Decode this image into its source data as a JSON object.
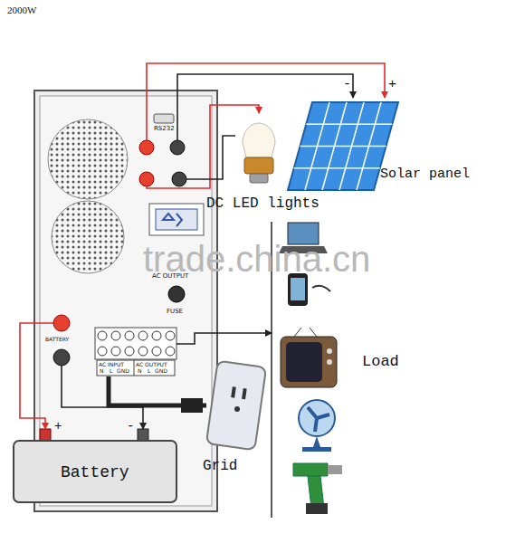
{
  "diagram": {
    "nodes": [
      {
        "text": [
          "RS232",
          "AC OUTPUT",
          "FUSE",
          "BATTERY"
        ]
      },
      {
        "text": [
          "Solar panel"
        ]
      },
      {
        "text": [
          "DC LED lights"
        ]
      },
      {
        "text": [
          "Load"
        ]
      },
      {
        "text": [
          "Grid"
        ]
      },
      {
        "text": [
          "Battery"
        ]
      }
    ],
    "edges": [
      {
        "from": 0,
        "to": 1,
        "arrow": "to"
      },
      {
        "from": 0,
        "to": 1,
        "arrow": "to"
      },
      {
        "from": 0,
        "to": 2,
        "arrow": "to"
      },
      {
        "from": 0,
        "to": 2,
        "arrow": "none"
      },
      {
        "from": 0,
        "to": 3,
        "arrow": "to"
      },
      {
        "from": 0,
        "to": 4,
        "arrow": "none"
      },
      {
        "from": 0,
        "to": 5,
        "arrow": "to"
      },
      {
        "from": 0,
        "to": 5,
        "arrow": "to"
      }
    ],
    "labels": [
      "2000W",
      "-",
      "+",
      "+",
      "-",
      "AC INPUT",
      "AC OUTPUT",
      "N",
      "L",
      "GND",
      "N",
      "L",
      "GND",
      "trade.china.cn"
    ]
  }
}
